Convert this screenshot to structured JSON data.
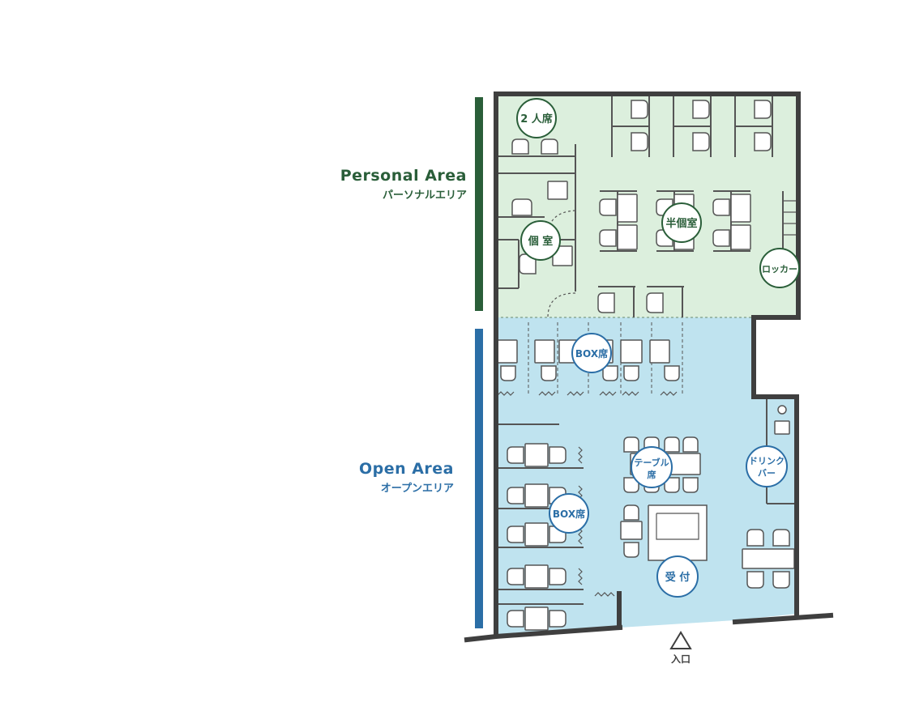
{
  "colors": {
    "personal": "#2a5e39",
    "personal_fill": "#dcefdd",
    "open": "#2b6ea6",
    "open_fill": "#bfe3ef",
    "wall": "#3f3f3f"
  },
  "areas": {
    "personal": {
      "title": "Personal Area",
      "subtitle": "パーソナルエリア"
    },
    "open": {
      "title": "Open Area",
      "subtitle": "オープンエリア"
    }
  },
  "labels": {
    "two_person": "2 人席",
    "private_room": "個 室",
    "semi_private": "半個室",
    "locker": "ロッカー",
    "box_top": "BOX席",
    "box_left": "BOX席",
    "table_line1": "テーブル",
    "table_line2": "席",
    "drink_line1": "ドリンク",
    "drink_line2": "バー",
    "reception": "受 付",
    "entrance": "入口"
  }
}
